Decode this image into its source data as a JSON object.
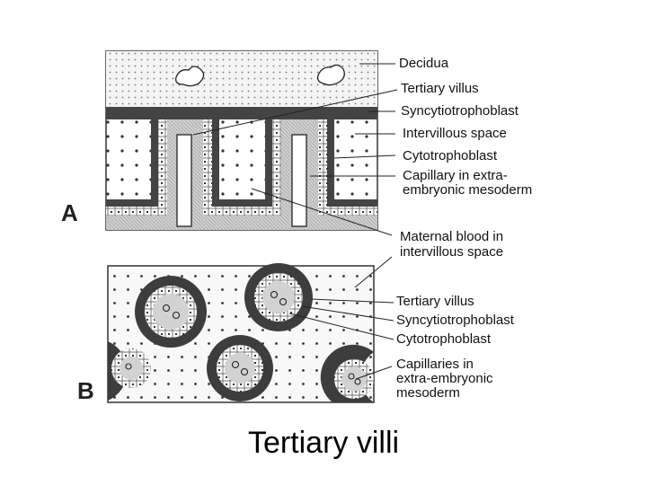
{
  "panel_a": {
    "letter": "A",
    "labels": [
      "Decidua",
      "Tertiary villus",
      "Syncytiotrophoblast",
      "Intervillous space",
      "Cytotrophoblast",
      "Capillary in extra-",
      "embryonic mesoderm",
      "Maternal blood in",
      "intervillous space"
    ]
  },
  "panel_b": {
    "letter": "B",
    "labels": [
      "Tertiary villus",
      "Syncytiotrophoblast",
      "Cytotrophoblast",
      "Capillaries in",
      "extra-embryonic",
      "mesoderm"
    ]
  },
  "caption": "Tertiary villi"
}
